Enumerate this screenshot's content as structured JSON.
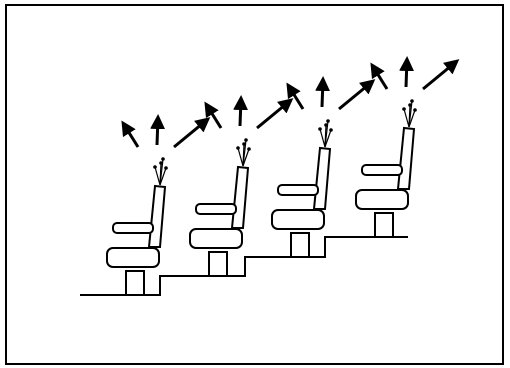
{
  "figure": {
    "line_color": "#000000",
    "fill_color": "#ffffff",
    "seat_count": 4,
    "arrows_per_seat": 3,
    "elements": {
      "frame": "diagram-frame",
      "floor": "stepped-floor-line",
      "seat": "theater-seat",
      "arrow": "upward-arrow",
      "sensor": "antenna-sensor-icon"
    }
  }
}
